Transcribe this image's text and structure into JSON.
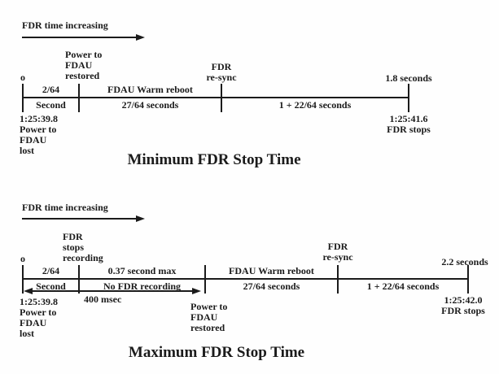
{
  "page": {
    "background": "#fefefe",
    "ink_color": "#1b1b1b"
  },
  "minimum": {
    "flow_label": "FDR time increasing",
    "origin_marker": "o",
    "tick2_label": "Power to\nFDAU\nrestored",
    "tick3_label": "FDR\nre-sync",
    "tick4_label": "1.8 seconds",
    "seg1_above": "2/64",
    "seg1_below": "Second",
    "seg2_above": "FDAU Warm reboot",
    "seg2_below": "27/64 seconds",
    "seg3_below": "1 + 22/64 seconds",
    "start_label": "1:25:39.8\nPower to\nFDAU\nlost",
    "end_label": "1:25:41.6\nFDR stops",
    "title": "Minimum FDR Stop Time"
  },
  "maximum": {
    "flow_label": "FDR time increasing",
    "origin_marker": "o",
    "tick2_label": "FDR\nstops\nrecording",
    "tick3_label": "Power to\nFDAU\nrestored",
    "tick4_label": "FDR\nre-sync",
    "tick5_label": "2.2 seconds",
    "seg1_above": "2/64",
    "seg1_below": "Second",
    "seg2_above": "0.37 second max",
    "seg2_below": "No FDR recording",
    "seg3_above": "FDAU Warm reboot",
    "seg3_below": "27/64 seconds",
    "seg4_below": "1 + 22/64 seconds",
    "gap_arrow_label": "400 msec",
    "start_label": "1:25:39.8\nPower to\nFDAU\nlost",
    "end_label": "1:25:42.0\nFDR stops",
    "title": "Maximum FDR Stop Time"
  }
}
